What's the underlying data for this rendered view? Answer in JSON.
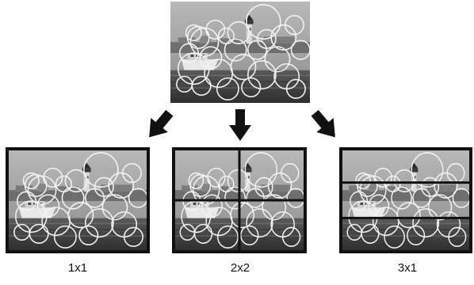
{
  "diagram": {
    "source_image": {
      "name": "harbor-lighthouse-photo-with-keypoint-circles"
    },
    "arrows": [
      "arrow-down-left",
      "arrow-down",
      "arrow-down-right"
    ],
    "panels": [
      {
        "id": "1x1",
        "caption": "1x1",
        "grid": {
          "cols": 1,
          "rows": 1
        }
      },
      {
        "id": "2x2",
        "caption": "2x2",
        "grid": {
          "cols": 2,
          "rows": 2
        }
      },
      {
        "id": "3x1",
        "caption": "3x1",
        "grid": {
          "cols": 1,
          "rows": 3
        }
      }
    ],
    "colors": {
      "frame": "#111111",
      "grid_line": "#111111",
      "circle_stroke": "#f2f2f2",
      "sky": "#9a9a9a",
      "water": "#4a4a4a"
    }
  }
}
